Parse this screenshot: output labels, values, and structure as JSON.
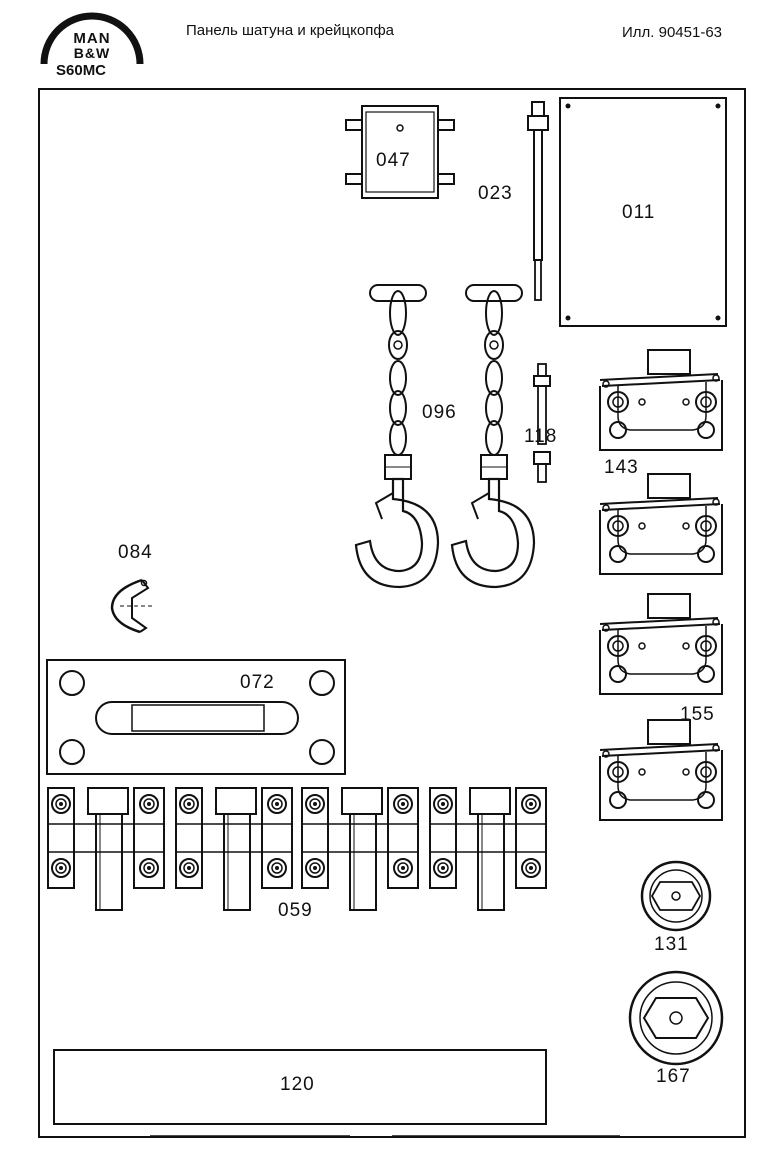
{
  "header": {
    "logo_line1": "MAN",
    "logo_line2": "B&W",
    "model": "S60MC",
    "title": "Панель шатуна и крейцкопфа",
    "ref": "Илл. 90451-63"
  },
  "labels": {
    "p047": "047",
    "p023": "023",
    "p011": "011",
    "p096": "096",
    "p118": "118",
    "p143": "143",
    "p084": "084",
    "p072": "072",
    "p155": "155",
    "p059": "059",
    "p131": "131",
    "p120": "120",
    "p167": "167"
  }
}
